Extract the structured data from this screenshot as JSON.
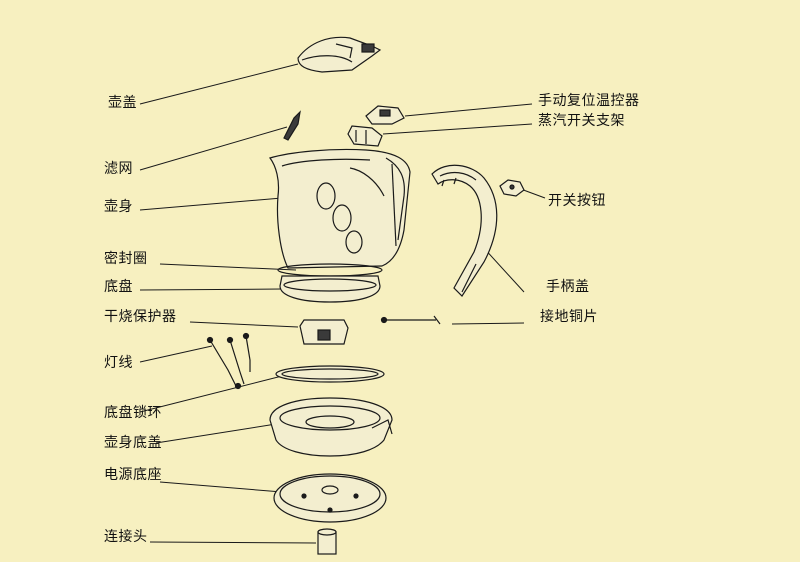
{
  "diagram": {
    "left_labels": [
      "壶盖",
      "滤网",
      "壶身",
      "密封圈",
      "底盘",
      "干烧保护器",
      "灯线",
      "底盘锁环",
      "壶身底盖",
      "电源底座",
      "连接头"
    ],
    "right_labels": [
      "手动复位温控器",
      "蒸汽开关支架",
      "开关按钮",
      "手柄盖",
      "接地铜片"
    ]
  },
  "colors": {
    "background": "#f7f0c0",
    "line": "#1a1a1a",
    "part_fill": "#f3eecf",
    "part_dark": "#3a3a3a"
  }
}
